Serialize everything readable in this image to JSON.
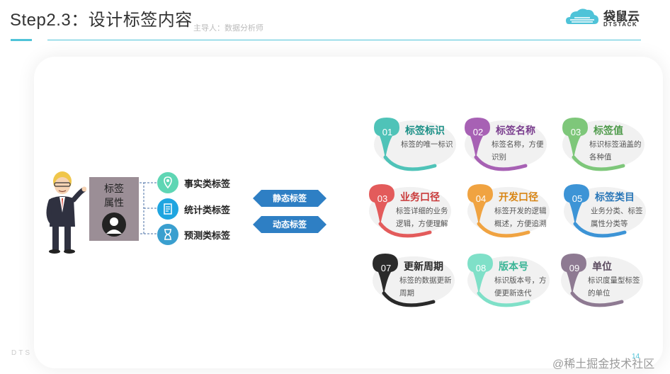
{
  "header": {
    "title": "Step2.3：设计标签内容",
    "subtitle": "主导人：数据分析师",
    "logo_text": "袋鼠云",
    "logo_sub": "DTSTACK"
  },
  "footer": {
    "watermark_left": "DTS",
    "page_number": "14",
    "site_mark": "@稀土掘金技术社区"
  },
  "attribute_box": {
    "label_line1": "标签",
    "label_line2": "属性"
  },
  "categories": [
    {
      "label": "事实类标签",
      "icon": "location-pin-icon",
      "color": "#5fd6b4"
    },
    {
      "label": "统计类标签",
      "icon": "document-icon",
      "color": "#1fa5e0"
    },
    {
      "label": "预测类标签",
      "icon": "hourglass-icon",
      "color": "#3a9fcf"
    }
  ],
  "arrows": [
    {
      "label": "静态标签",
      "color": "#2e7fc4"
    },
    {
      "label": "动态标签",
      "color": "#2e7fc4"
    }
  ],
  "cards": [
    {
      "num": "01",
      "title": "标签标识",
      "desc": "标签的唯一标识",
      "color": "#4fc3b8",
      "title_color": "#1a8f86"
    },
    {
      "num": "02",
      "title": "标签名称",
      "desc": "标签名称，方便识别",
      "color": "#a761b4",
      "title_color": "#7a3d8e"
    },
    {
      "num": "03",
      "title": "标签值",
      "desc": "标识标签涵盖的各种值",
      "color": "#7ec77a",
      "title_color": "#4e9a4a"
    },
    {
      "num": "03",
      "title": "业务口径",
      "desc": "标签详细的业务逻辑，方便理解",
      "color": "#e35b5b",
      "title_color": "#c93838"
    },
    {
      "num": "04",
      "title": "开发口径",
      "desc": "标签开发的逻辑概述，方便追溯",
      "color": "#f0a341",
      "title_color": "#d88412"
    },
    {
      "num": "05",
      "title": "标签类目",
      "desc": "业务分类、标签属性分类等",
      "color": "#3d94d6",
      "title_color": "#2a77b8"
    },
    {
      "num": "07",
      "title": "更新周期",
      "desc": "标签的数据更新周期",
      "color": "#2a2a2a",
      "title_color": "#2a2a2a"
    },
    {
      "num": "08",
      "title": "版本号",
      "desc": "标识版本号，方便更新迭代",
      "color": "#7fe0c8",
      "title_color": "#3bb596"
    },
    {
      "num": "09",
      "title": "单位",
      "desc": "标识度量型标签的单位",
      "color": "#8e7a92",
      "title_color": "#5a4a5e"
    }
  ]
}
